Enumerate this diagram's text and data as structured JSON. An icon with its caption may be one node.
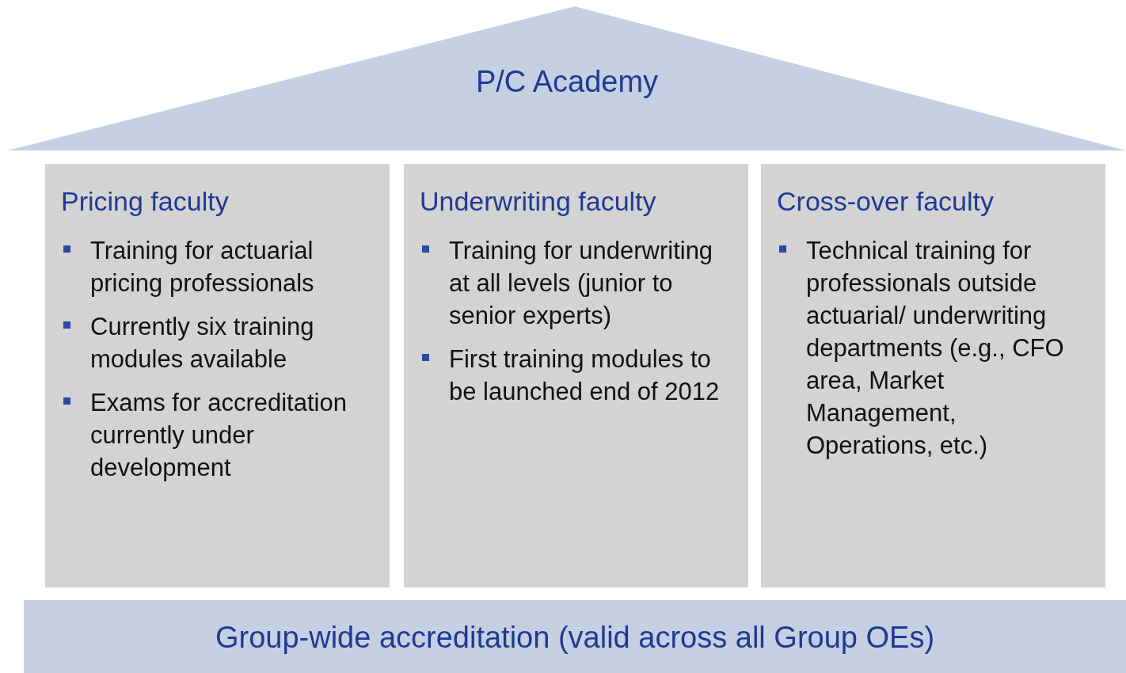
{
  "diagram": {
    "nodes": [
      {
        "text": [
          "P/C Academy"
        ]
      },
      {
        "text": [
          "Pricing faculty",
          "Training for actuarial pricing professionals",
          "Currently six training modules available",
          "Exams for accreditation currently under development"
        ]
      },
      {
        "text": [
          "Underwriting faculty",
          "Training for underwriting at all levels (junior to senior experts)",
          "First training modules to be launched end of 2012"
        ]
      },
      {
        "text": [
          "Cross-over faculty",
          "Technical training for professionals outside actuarial/ underwriting departments (e.g., CFO area, Market Management, Operations, etc.)"
        ]
      },
      {
        "text": [
          "Group-wide accreditation (valid across all Group OEs)"
        ]
      }
    ],
    "edges": []
  }
}
